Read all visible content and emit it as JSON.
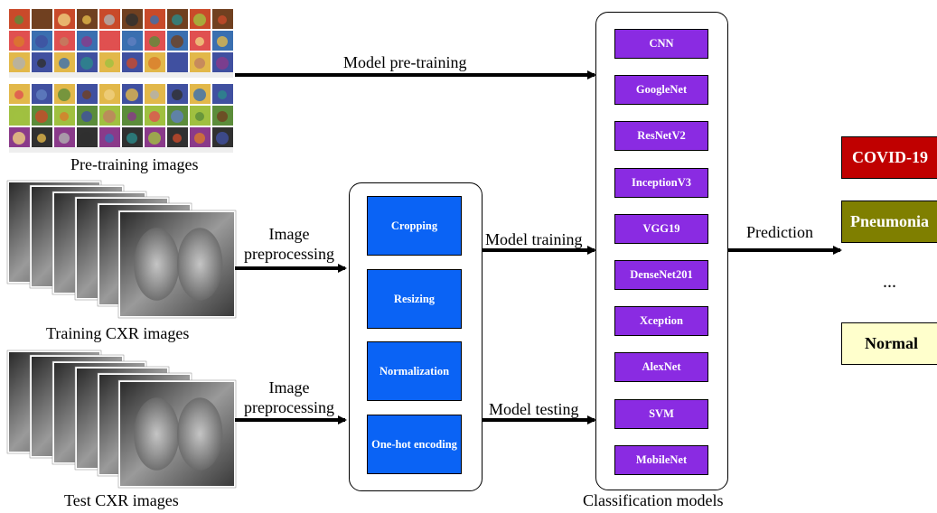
{
  "labels": {
    "pretraining_images": "Pre-training images",
    "training_cxr": "Training CXR images",
    "test_cxr": "Test CXR images",
    "model_pretraining": "Model pre-training",
    "image_preproc_1_line1": "Image",
    "image_preproc_1_line2": "preprocessing",
    "image_preproc_2_line1": "Image",
    "image_preproc_2_line2": "preprocessing",
    "model_training": "Model training",
    "model_testing": "Model testing",
    "prediction": "Prediction",
    "classification_models": "Classification models"
  },
  "preprocessing_steps": [
    "Cropping",
    "Resizing",
    "Normalization",
    "One-hot encoding"
  ],
  "models": [
    "CNN",
    "GoogleNet",
    "ResNetV2",
    "InceptionV3",
    "VGG19",
    "DenseNet201",
    "Xception",
    "AlexNet",
    "SVM",
    "MobileNet"
  ],
  "outputs": {
    "covid": "COVID-19",
    "pneumonia": "Pneumonia",
    "ellipsis": "...",
    "normal": "Normal"
  },
  "colors": {
    "preprocessing_box": "#0a63f5",
    "model_box": "#8a2be2",
    "covid_box": "#c00000",
    "pneumonia_box": "#7f7f00",
    "normal_box": "#ffffcc"
  }
}
